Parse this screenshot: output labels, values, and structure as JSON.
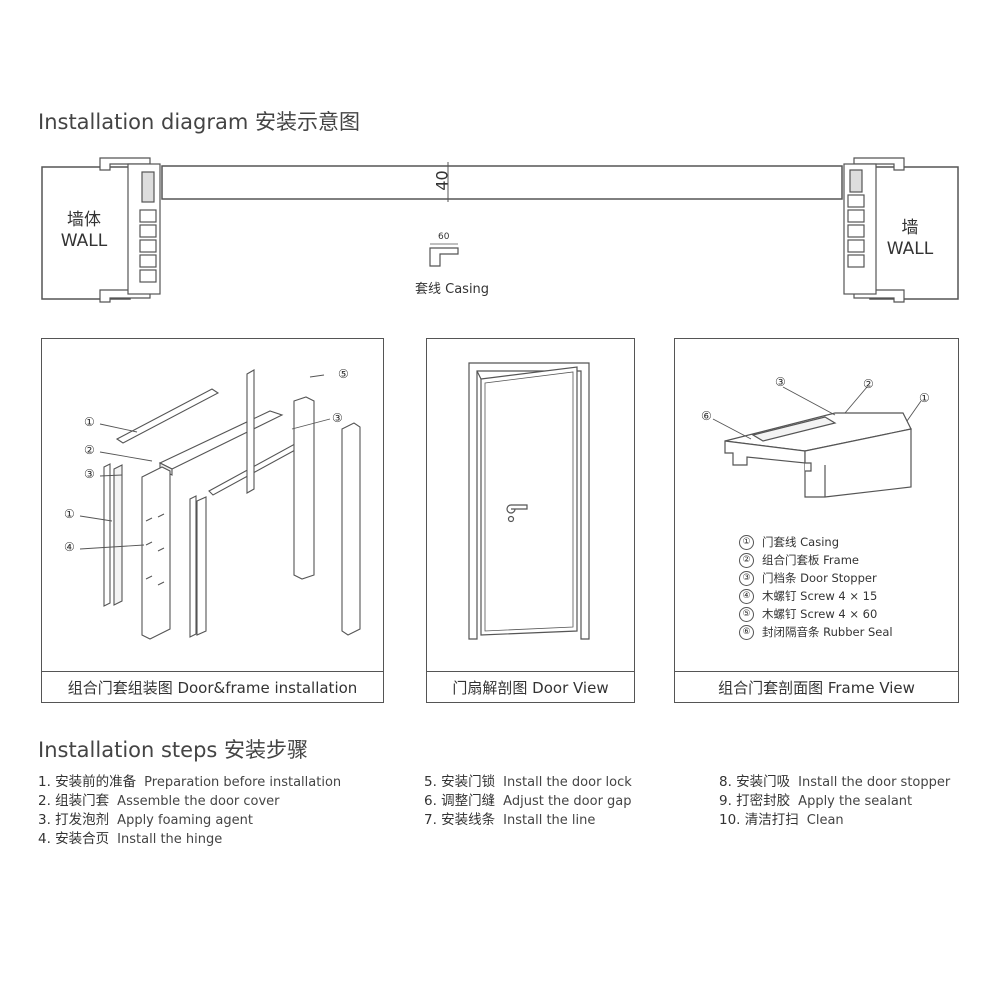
{
  "header": {
    "title": "Installation diagram 安装示意图"
  },
  "top_section": {
    "wall_left": {
      "cn": "墙体",
      "en": "WALL"
    },
    "wall_right": {
      "cn": "墙",
      "en": "WALL"
    },
    "dimension_height": "40",
    "casing_width": "60",
    "casing_label": "套线 Casing"
  },
  "panels": {
    "assembly": {
      "caption": "组合门套组装图 Door&frame installation",
      "callouts": [
        "①",
        "②",
        "③",
        "①",
        "④",
        "⑤",
        "③"
      ]
    },
    "door_view": {
      "caption": "门扇解剖图 Door View"
    },
    "frame_view": {
      "caption": "组合门套剖面图 Frame View",
      "callouts": [
        "③",
        "②",
        "①",
        "⑥"
      ],
      "legend": [
        {
          "num": "①",
          "text": "门套线 Casing"
        },
        {
          "num": "②",
          "text": "组合门套板 Frame"
        },
        {
          "num": "③",
          "text": "门档条 Door Stopper"
        },
        {
          "num": "④",
          "text": "木螺钉 Screw 4 × 15"
        },
        {
          "num": "⑤",
          "text": "木螺钉 Screw 4 × 60"
        },
        {
          "num": "⑥",
          "text": "封闭隔音条 Rubber Seal"
        }
      ]
    }
  },
  "steps": {
    "title": "Installation steps 安装步骤",
    "columns": [
      [
        {
          "cn": "1. 安装前的准备",
          "en": "Preparation before installation"
        },
        {
          "cn": "2. 组装门套",
          "en": "Assemble the door cover"
        },
        {
          "cn": "3. 打发泡剂",
          "en": "Apply foaming agent"
        },
        {
          "cn": "4. 安装合页",
          "en": "Install the hinge"
        }
      ],
      [
        {
          "cn": "5. 安装门锁",
          "en": "Install the door lock"
        },
        {
          "cn": "6. 调整门缝",
          "en": "Adjust the door gap"
        },
        {
          "cn": "7. 安装线条",
          "en": "Install the line"
        }
      ],
      [
        {
          "cn": "8. 安装门吸",
          "en": "Install the door stopper"
        },
        {
          "cn": "9. 打密封胶",
          "en": "Apply the sealant"
        },
        {
          "cn": "10. 清洁打扫",
          "en": "Clean"
        }
      ]
    ]
  },
  "colors": {
    "line": "#555555",
    "text": "#333333",
    "background": "#ffffff"
  }
}
